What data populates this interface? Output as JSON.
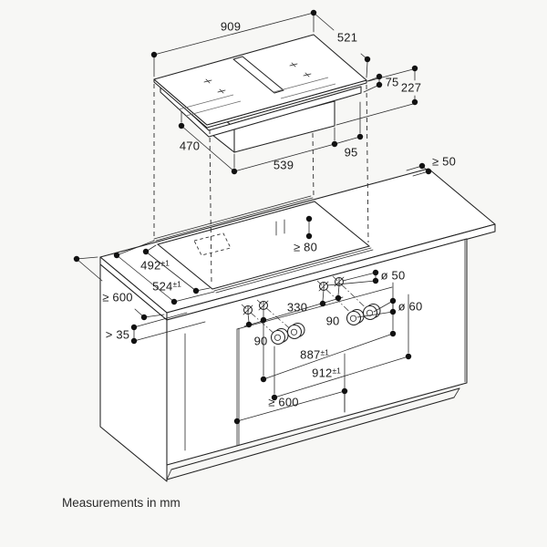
{
  "colors": {
    "background": "#f7f7f5",
    "line": "#222222",
    "text": "#1c1c1c"
  },
  "footer": {
    "note": "Measurements in mm"
  },
  "diagram": {
    "tolerance": "±1",
    "cooktop": {
      "width": "909",
      "depth": "521",
      "body_height": "75",
      "total_height": "227",
      "duct_depth": "470",
      "duct_width": "539",
      "duct_right_offset": "95"
    },
    "worktop": {
      "rear_clearance": "≥ 50",
      "under_clearance": "≥ 80",
      "cutout_depth": "492",
      "frame_depth": "524",
      "min_depth": "≥ 600",
      "front_clearance": "> 35"
    },
    "cabinet": {
      "hole_spacing_left": "90",
      "hole_spacing_center": "330",
      "hole_spacing_right": "90",
      "hole_dia_upper": "ø 50",
      "hole_dia_lower": "ø 60",
      "cutout_width": "887",
      "niche_width": "912",
      "min_width": "≥ 600"
    }
  }
}
